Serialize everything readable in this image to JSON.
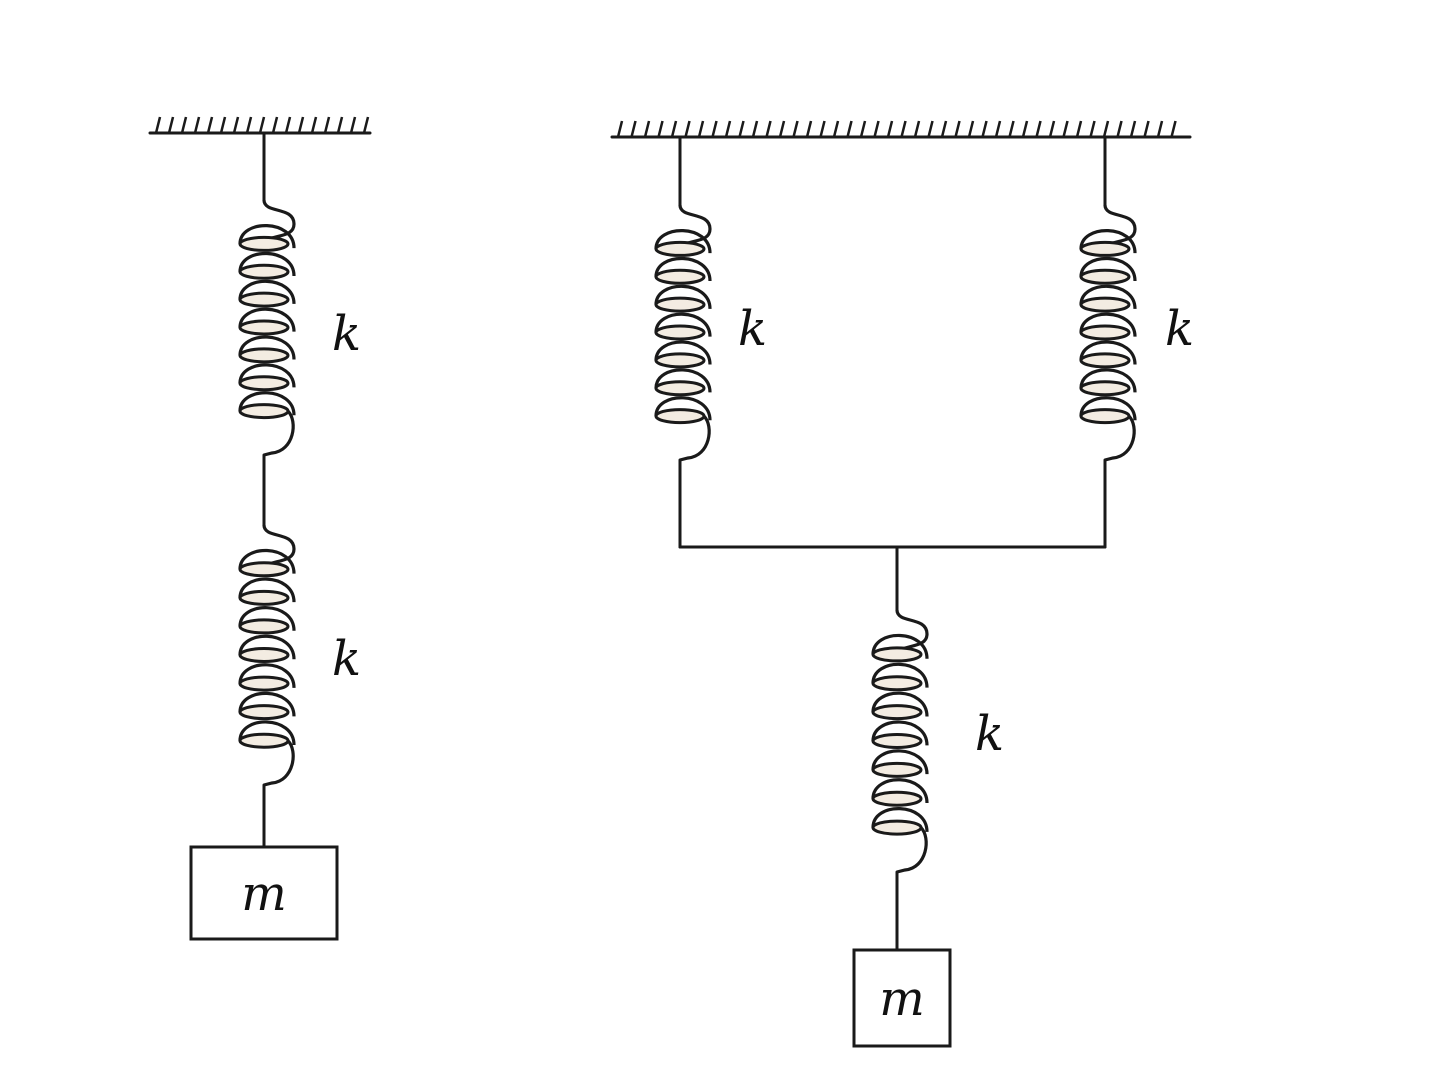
{
  "left_system": {
    "springs": [
      {
        "label": "k"
      },
      {
        "label": "k"
      }
    ],
    "mass": {
      "label": "m"
    }
  },
  "right_system": {
    "springs": [
      {
        "label": "k"
      },
      {
        "label": "k"
      },
      {
        "label": "k"
      }
    ],
    "mass": {
      "label": "m"
    }
  }
}
